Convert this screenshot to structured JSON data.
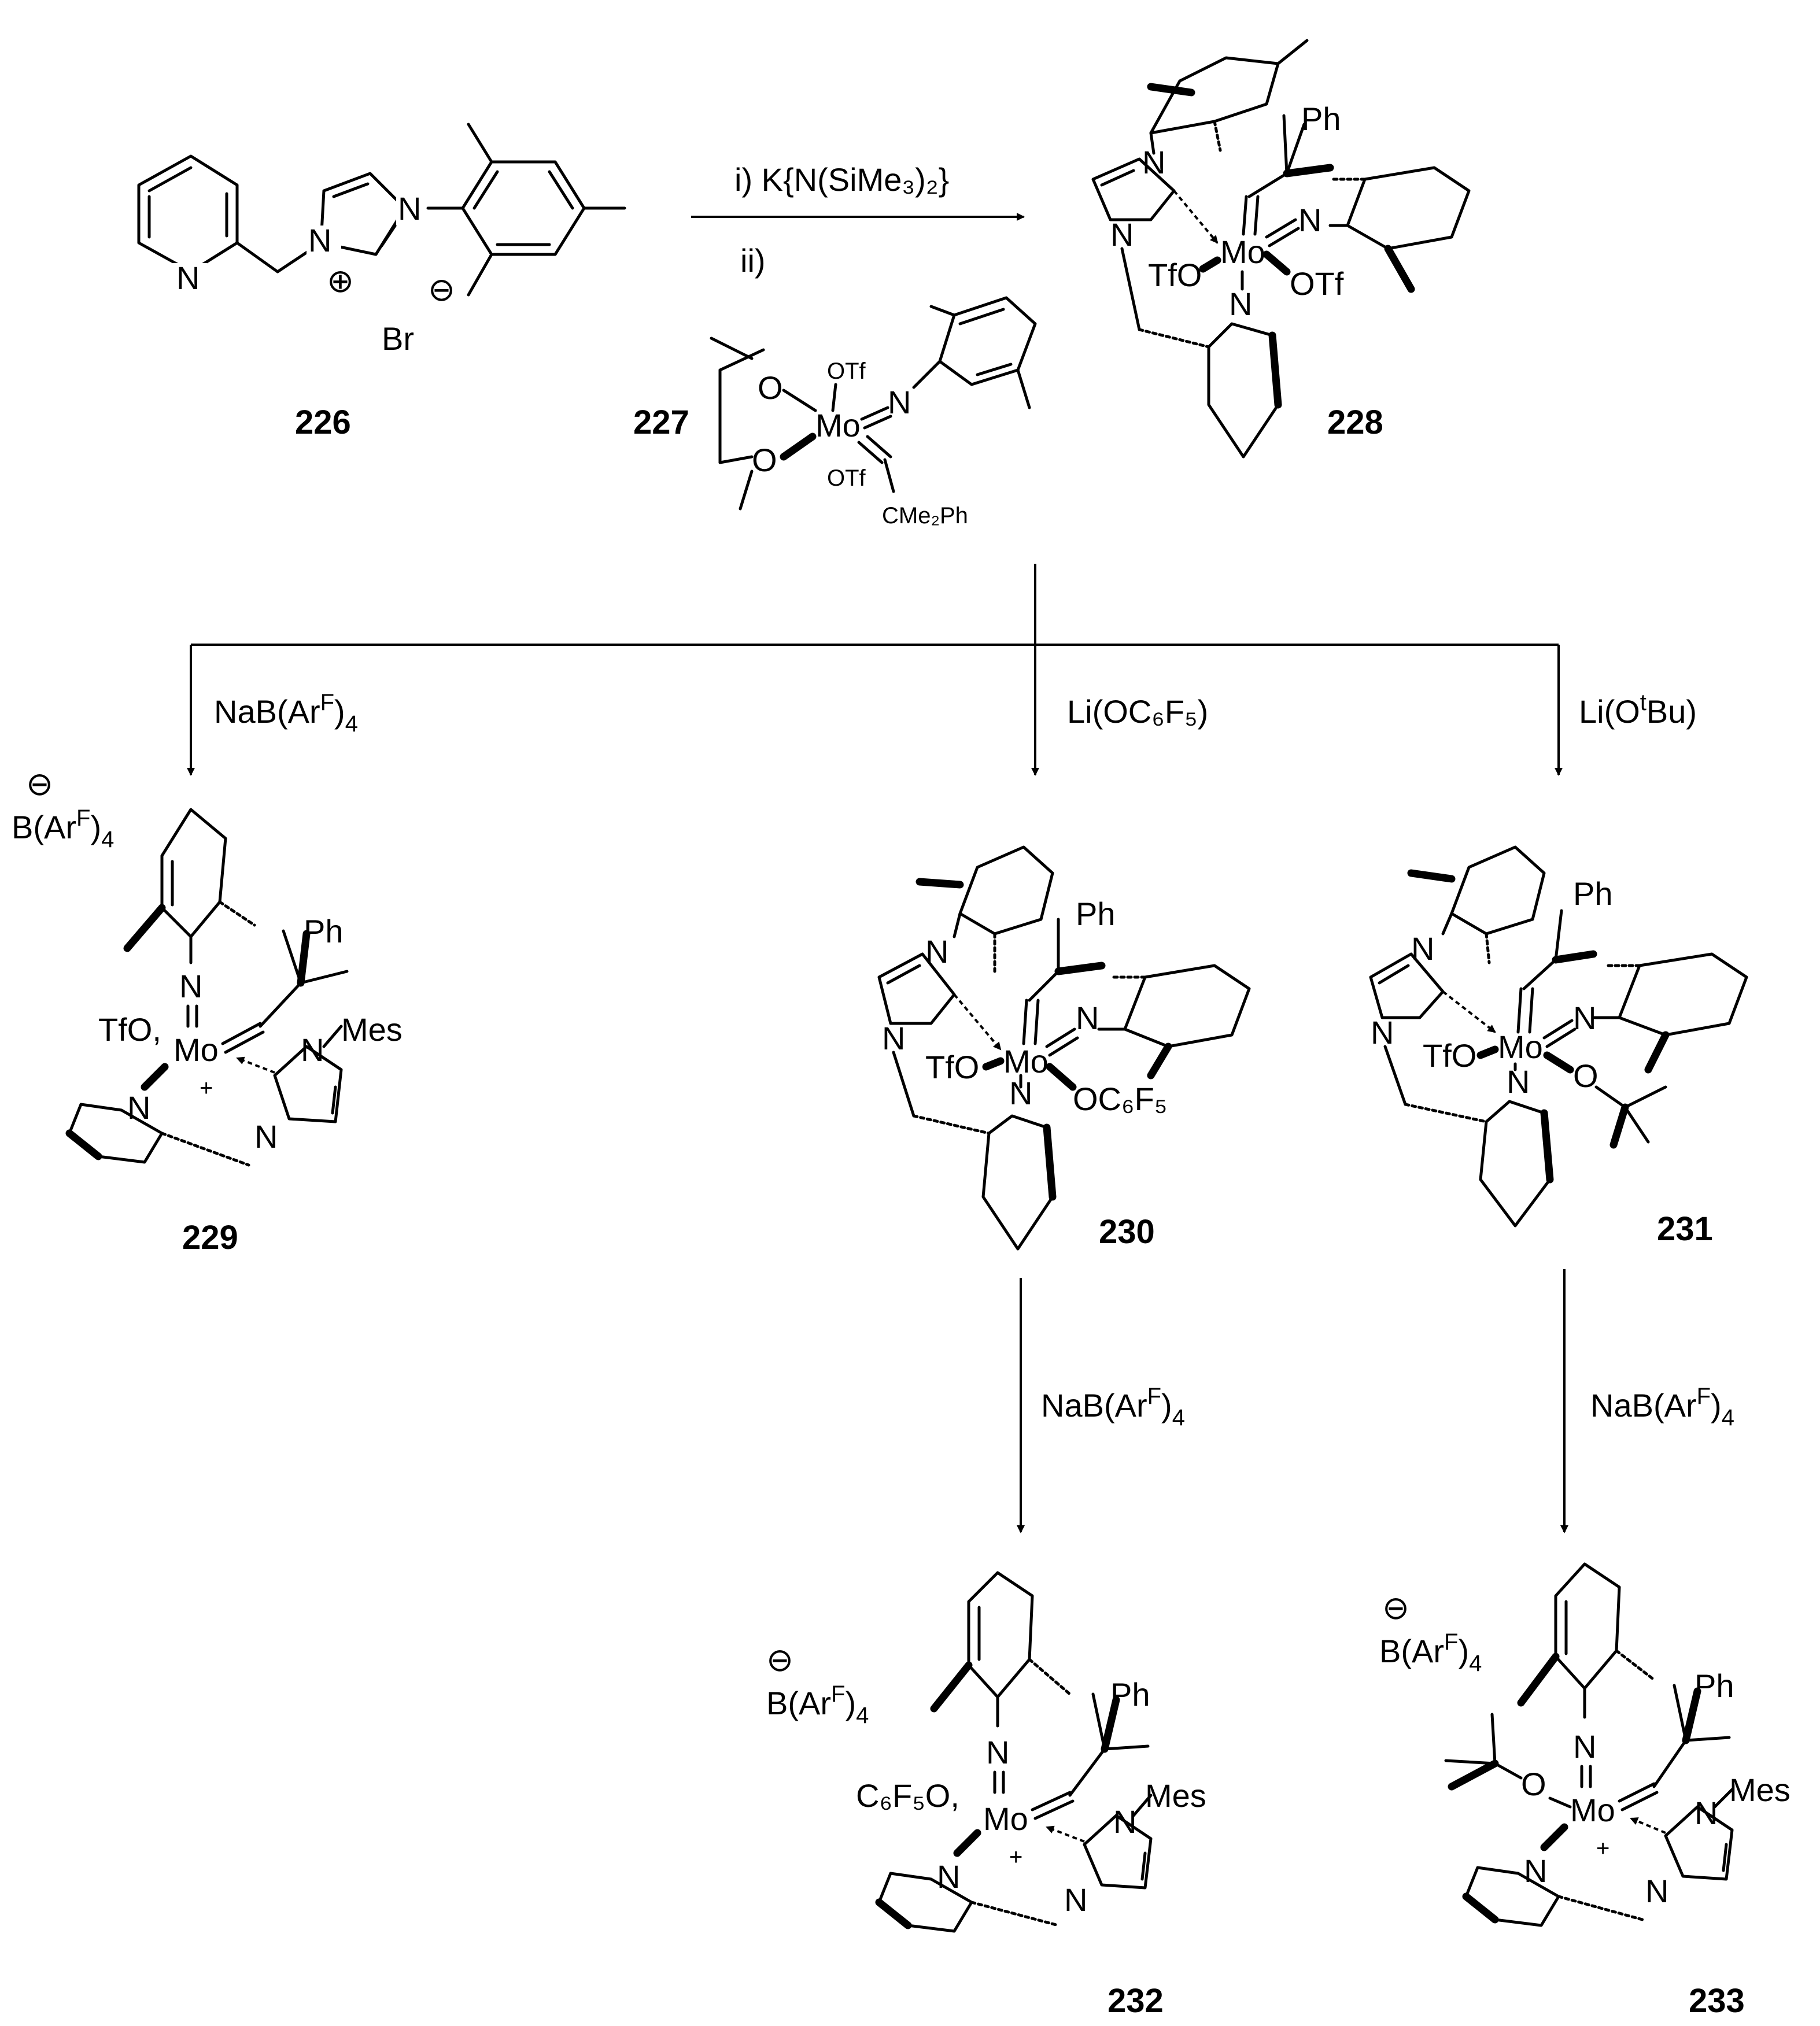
{
  "compounds": {
    "c226": {
      "number": "226",
      "br": "Br",
      "minus": "⊖",
      "plus": "⊕",
      "N1": "N",
      "N2": "N",
      "N3": "N"
    },
    "c227": {
      "number": "227",
      "mo": "Mo",
      "n": "N",
      "otf_top": "OTf",
      "otf_bot": "OTf",
      "o1": "O",
      "o2": "O",
      "cme2ph": "CMe₂Ph"
    },
    "c228": {
      "number": "228",
      "mo": "Mo",
      "tfo": "TfO",
      "otf": "OTf",
      "ph": "Ph",
      "n_im": "N",
      "n_py": "N",
      "n_imd1": "N",
      "n_imd2": "N"
    },
    "c229": {
      "number": "229",
      "anion": "B(Ar",
      "anion_sup": "F",
      "anion_sub": "4",
      "minus": "⊖",
      "tfo": "TfO,",
      "mo": "Mo",
      "plus": "+",
      "mes": "Mes",
      "ph": "Ph",
      "n": "N",
      "n2": "N",
      "n3": "N",
      "n4": "N"
    },
    "c230": {
      "number": "230",
      "mo": "Mo",
      "tfo": "TfO",
      "oc6f5": "OC₆F₅",
      "ph": "Ph",
      "n": "N",
      "n2": "N",
      "n3": "N",
      "n4": "N"
    },
    "c231": {
      "number": "231",
      "mo": "Mo",
      "tfo": "TfO",
      "o": "O",
      "ph": "Ph",
      "n": "N",
      "n2": "N",
      "n3": "N",
      "n4": "N"
    },
    "c232": {
      "number": "232",
      "anion": "B(Ar",
      "anion_sup": "F",
      "anion_sub": "4",
      "minus": "⊖",
      "c6f5o": "C₆F₅O,",
      "mo": "Mo",
      "plus": "+",
      "mes": "Mes",
      "ph": "Ph",
      "n": "N",
      "n2": "N",
      "n3": "N",
      "n4": "N"
    },
    "c233": {
      "number": "233",
      "anion": "B(Ar",
      "anion_sup": "F",
      "anion_sub": "4",
      "minus": "⊖",
      "o": "O",
      "mo": "Mo",
      "plus": "+",
      "mes": "Mes",
      "ph": "Ph",
      "n": "N",
      "n2": "N",
      "n3": "N",
      "n4": "N"
    }
  },
  "reagents": {
    "step1": "i) K{N(SiMe₃)₂}",
    "step2": "ii)",
    "nabarf_a": "NaB(Ar",
    "nabarf_sup": "F",
    "nabarf_sub": "4",
    "lioc6f5": "Li(OC₆F₅)",
    "liotbu_pre": "Li(O",
    "liotbu_sup": "t",
    "liotbu_post": "Bu)"
  }
}
